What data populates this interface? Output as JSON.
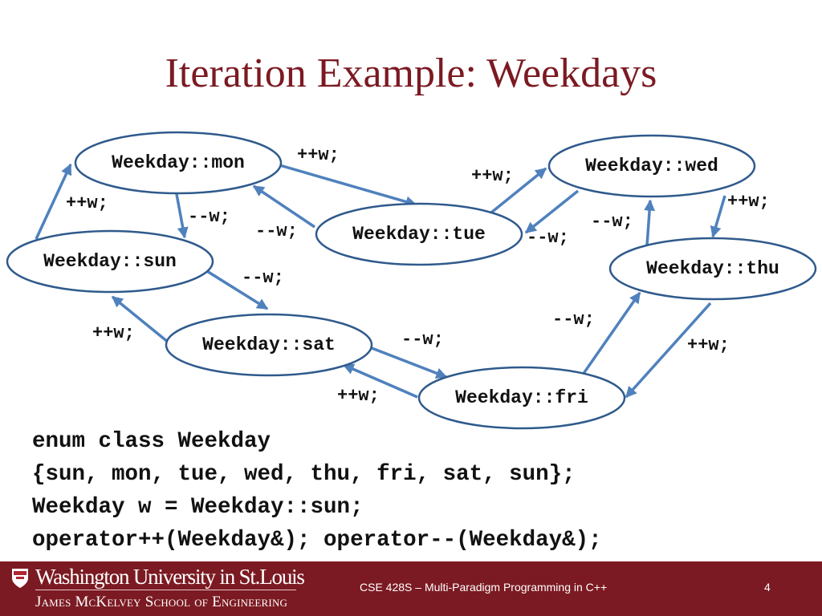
{
  "slide": {
    "title": "Iteration Example: Weekdays"
  },
  "diagram": {
    "nodes": {
      "sun": "Weekday::sun",
      "mon": "Weekday::mon",
      "tue": "Weekday::tue",
      "wed": "Weekday::wed",
      "thu": "Weekday::thu",
      "fri": "Weekday::fri",
      "sat": "Weekday::sat"
    },
    "edges": [
      {
        "from": "sun",
        "to": "mon",
        "label": "++w;"
      },
      {
        "from": "mon",
        "to": "tue",
        "label": "++w;"
      },
      {
        "from": "tue",
        "to": "wed",
        "label": "++w;"
      },
      {
        "from": "wed",
        "to": "thu",
        "label": "++w;"
      },
      {
        "from": "thu",
        "to": "fri",
        "label": "++w;"
      },
      {
        "from": "fri",
        "to": "sat",
        "label": "++w;"
      },
      {
        "from": "sat",
        "to": "sun",
        "label": "++w;"
      },
      {
        "from": "mon",
        "to": "sun",
        "label": "--w;"
      },
      {
        "from": "tue",
        "to": "mon",
        "label": "--w;"
      },
      {
        "from": "wed",
        "to": "tue",
        "label": "--w;"
      },
      {
        "from": "thu",
        "to": "wed",
        "label": "--w;"
      },
      {
        "from": "fri",
        "to": "thu",
        "label": "--w;"
      },
      {
        "from": "sat",
        "to": "fri",
        "label": "--w;"
      },
      {
        "from": "sun",
        "to": "sat",
        "label": "--w;"
      }
    ]
  },
  "code": {
    "line1": "enum class Weekday",
    "line2": "{sun, mon, tue, wed, thu, fri, sat, sun};",
    "line3": "Weekday w = Weekday::sun;",
    "line4": "operator++(Weekday&); operator--(Weekday&);"
  },
  "footer": {
    "university": "Washington University in St.Louis",
    "school": "James McKelvey School of Engineering",
    "course": "CSE 428S – Multi-Paradigm Programming in C++",
    "page": "4"
  },
  "colors": {
    "title": "#7b1a22",
    "footer_bg": "#7b1a22",
    "node_stroke": "#2f5a8c",
    "arrow": "#4f81bd"
  }
}
